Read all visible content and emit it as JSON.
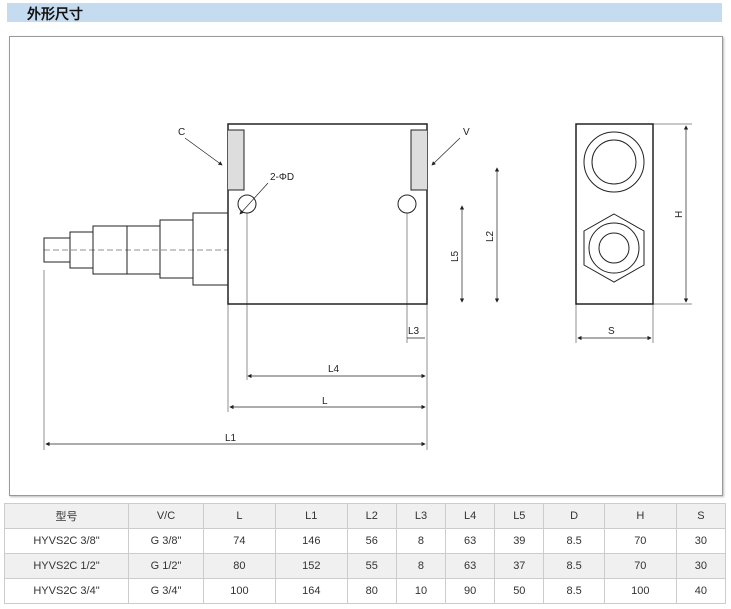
{
  "section_title": "外形尺寸",
  "drawing": {
    "labels": {
      "c": "C",
      "v": "V",
      "d": "2-ΦD",
      "l": "L",
      "l1": "L1",
      "l2": "L2",
      "l3": "L3",
      "l4": "L4",
      "l5": "L5",
      "h": "H",
      "s": "S"
    }
  },
  "table": {
    "headers": [
      "型号",
      "V/C",
      "L",
      "L1",
      "L2",
      "L3",
      "L4",
      "L5",
      "D",
      "H",
      "S"
    ],
    "rows": [
      [
        "HYVS2C 3/8\"",
        "G 3/8\"",
        "74",
        "146",
        "56",
        "8",
        "63",
        "39",
        "8.5",
        "70",
        "30"
      ],
      [
        "HYVS2C 1/2\"",
        "G 1/2\"",
        "80",
        "152",
        "55",
        "8",
        "63",
        "37",
        "8.5",
        "70",
        "30"
      ],
      [
        "HYVS2C 3/4\"",
        "G 3/4\"",
        "100",
        "164",
        "80",
        "10",
        "90",
        "50",
        "8.5",
        "100",
        "40"
      ]
    ]
  }
}
